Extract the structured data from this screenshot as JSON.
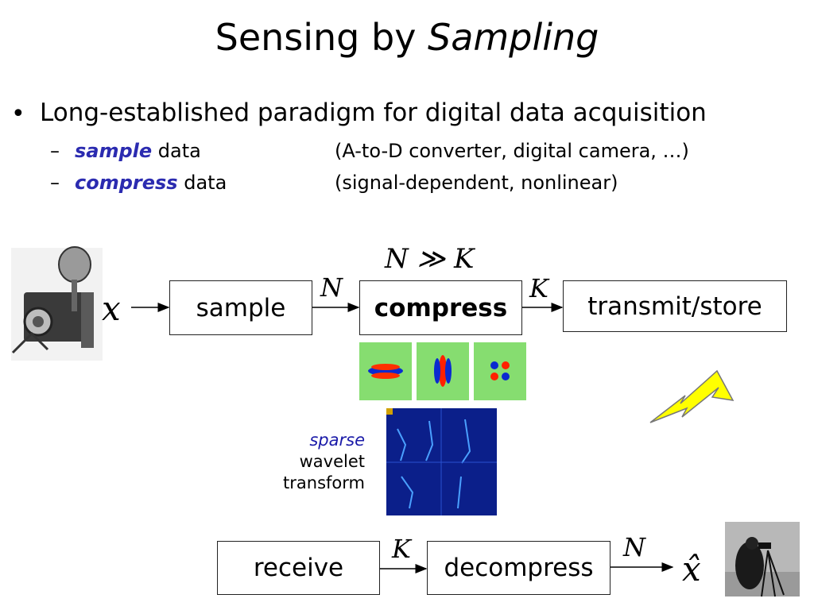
{
  "title": {
    "main": "Sensing by ",
    "emph": "Sampling"
  },
  "bullet": {
    "text": "Long-established paradigm for digital data acquisition"
  },
  "subitems": [
    {
      "dash": "–",
      "term": "sample",
      "rest": " data",
      "note": "(A-to-D converter, digital camera, …)"
    },
    {
      "dash": "–",
      "term": "compress",
      "rest": " data",
      "note": "(signal-dependent, nonlinear)"
    }
  ],
  "diagram": {
    "input_symbol": "x",
    "output_symbol": "x̂",
    "relation": "N ≫ K",
    "boxes": {
      "sample": "sample",
      "compress": "compress",
      "transmit": "transmit/store",
      "receive": "receive",
      "decompress": "decompress"
    },
    "arrow_labels": {
      "n1": "N",
      "k1": "K",
      "k2": "K",
      "n2": "N"
    },
    "caption": [
      "sparse",
      "wavelet",
      "transform"
    ]
  },
  "colors": {
    "accent": "#2b2bb0",
    "lightning": "#ffff00"
  },
  "icons": [
    "camera-image",
    "wavelet-basis-image",
    "wavelet-transform-image",
    "cameraman-photo",
    "lightning-icon"
  ]
}
